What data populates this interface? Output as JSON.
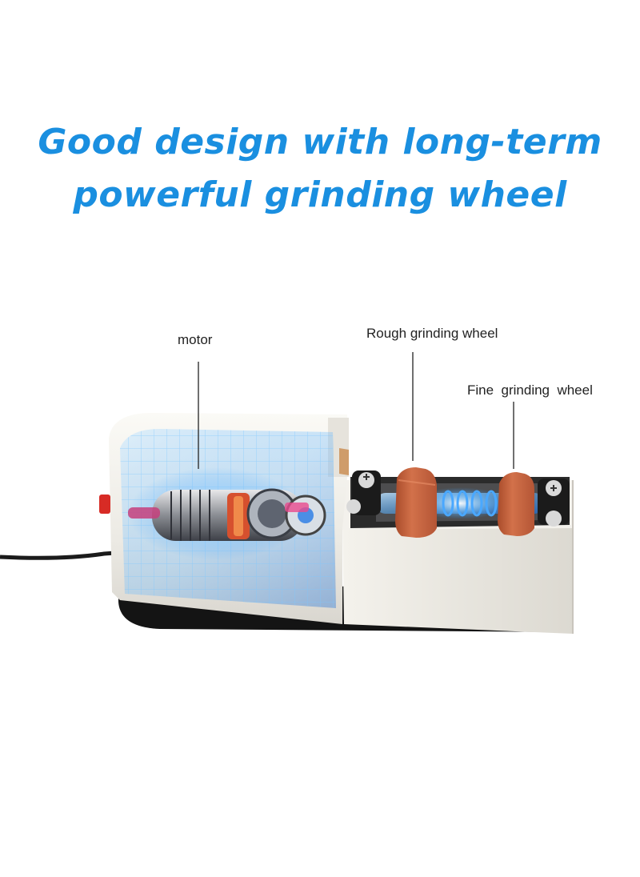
{
  "headline": {
    "line1": "Good design with long-term",
    "line2": "powerful grinding wheel",
    "color": "#1a8fe0"
  },
  "callouts": {
    "motor": "motor",
    "rough_wheel": "Rough grinding wheel",
    "fine_wheel": "Fine  grinding  wheel"
  },
  "colors": {
    "body": "#efeee9",
    "wheel": "#c8633e",
    "hologram": "#2f9cff",
    "base": "#1a1a1a"
  }
}
